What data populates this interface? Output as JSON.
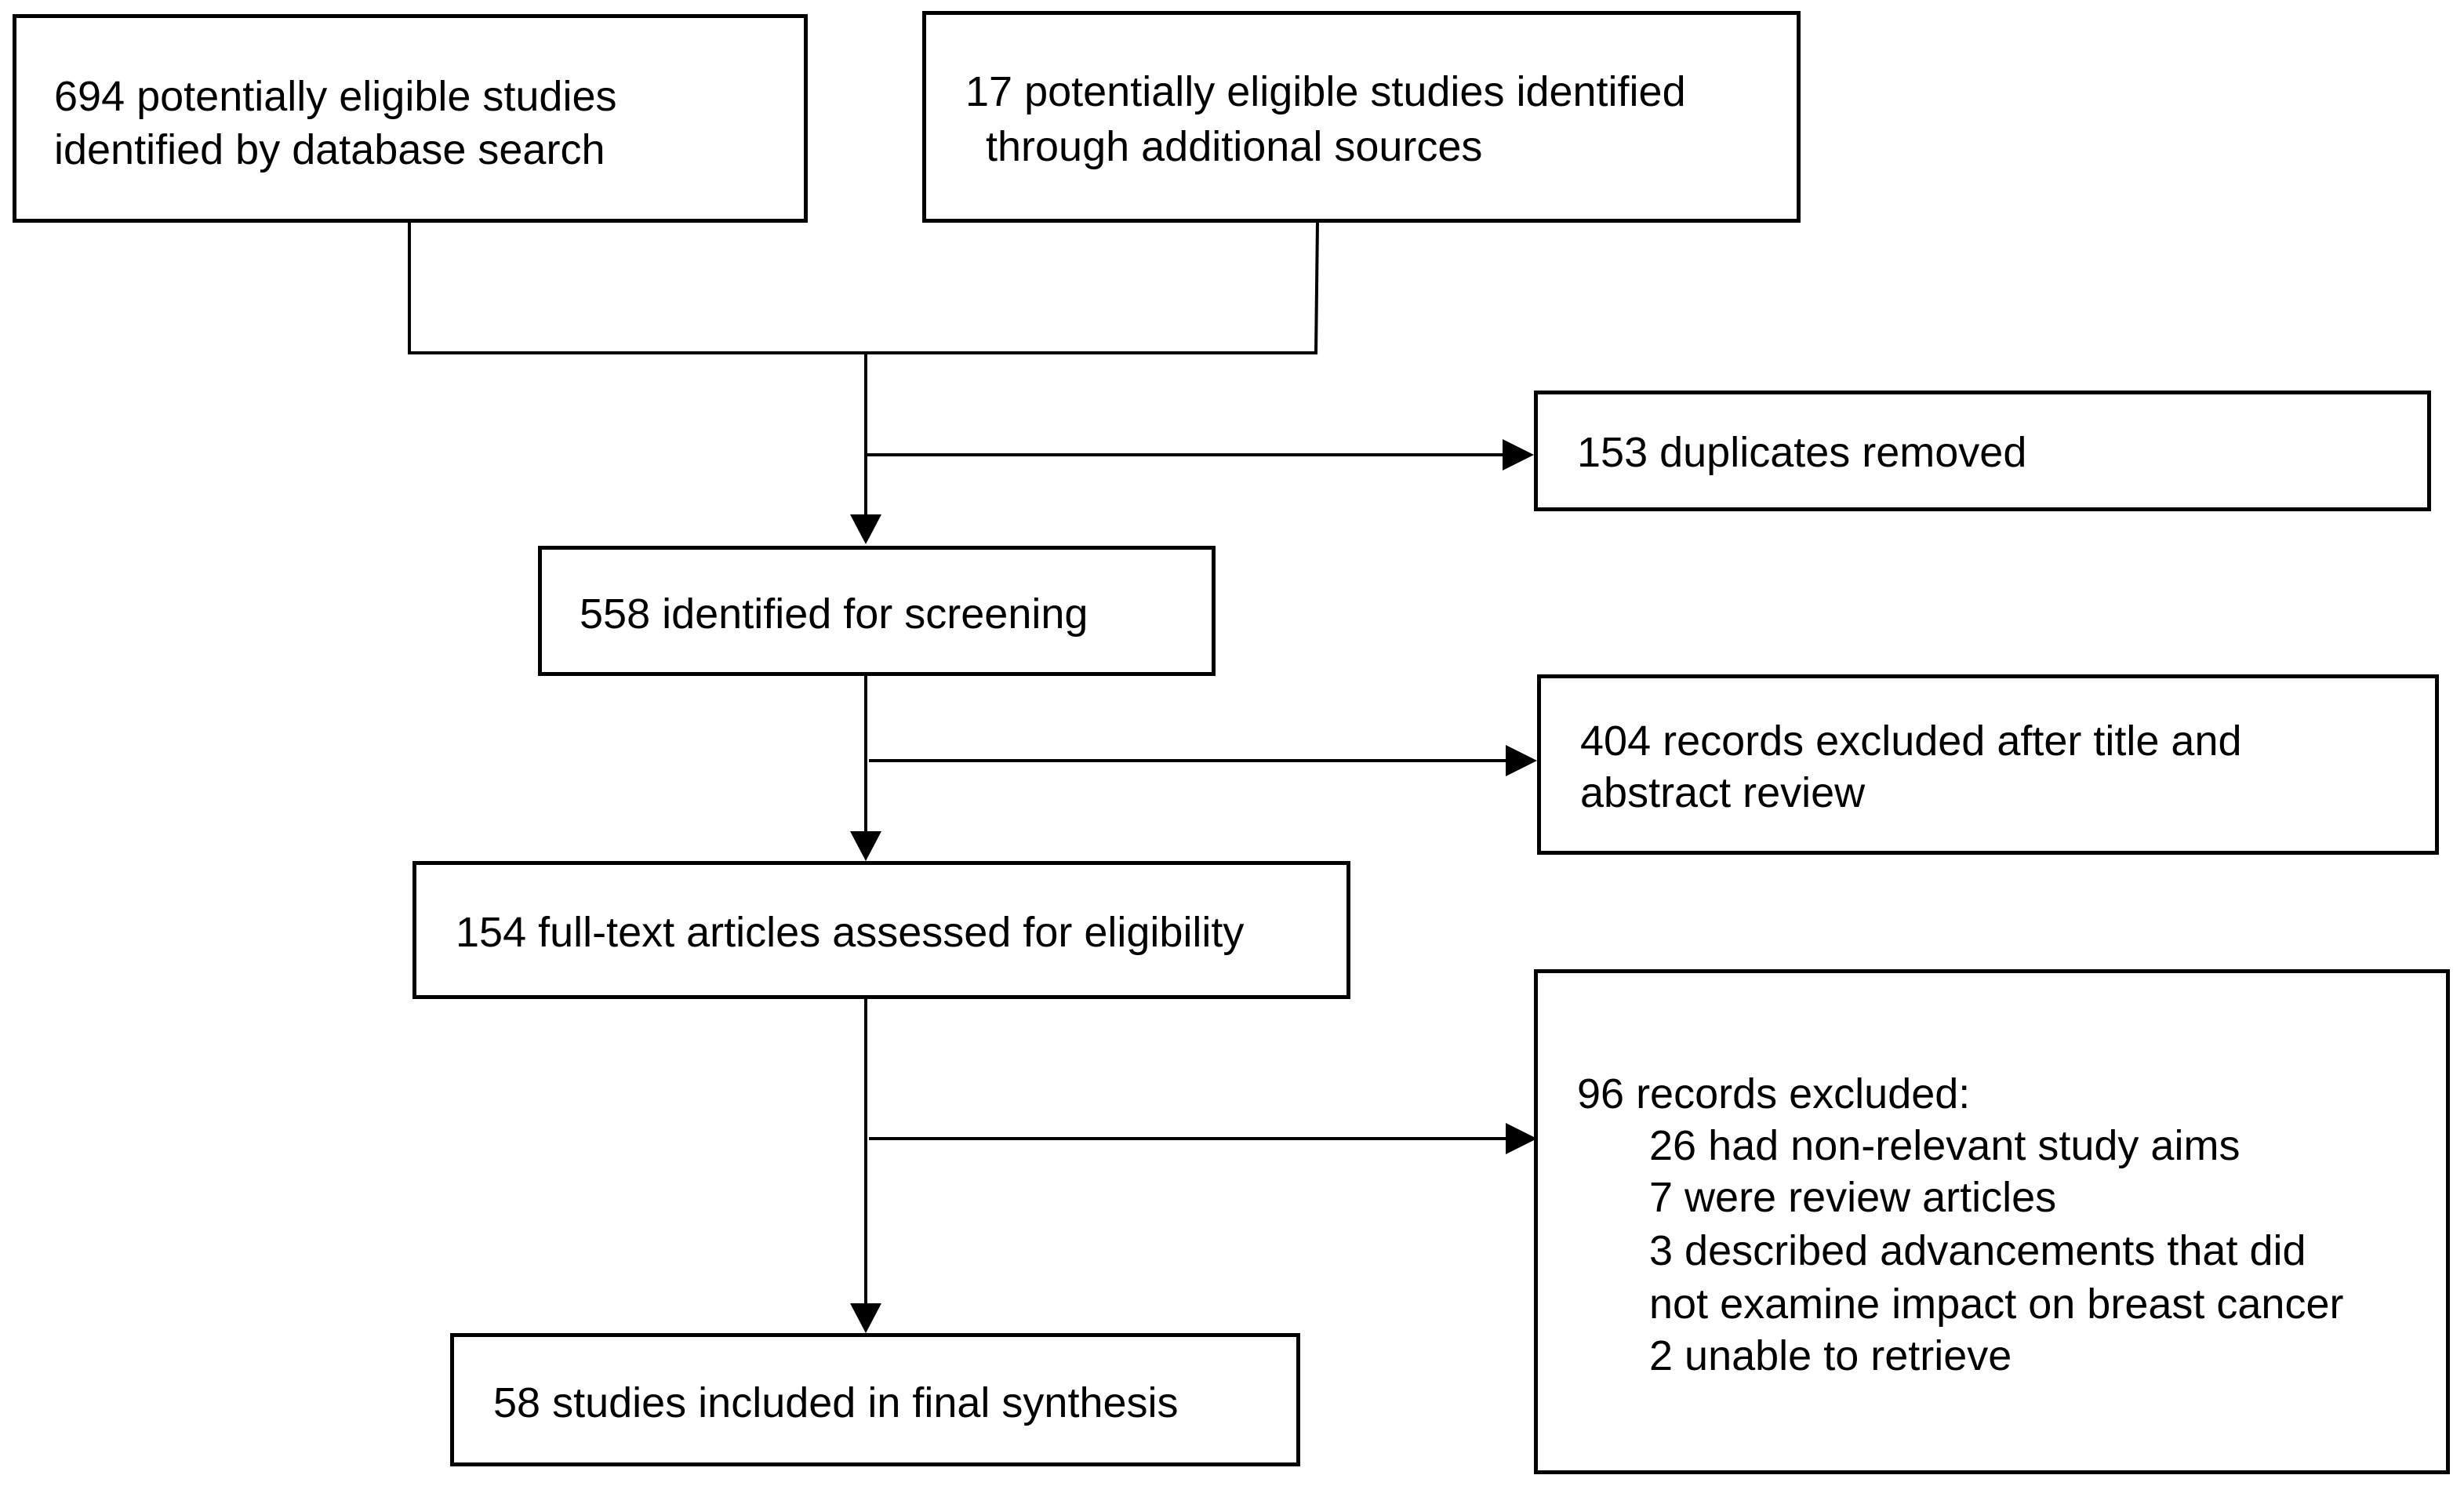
{
  "boxes": {
    "database_search": {
      "line1": "694 potentially eligible studies",
      "line2": "identified by database search"
    },
    "additional_sources": {
      "line1": "17 potentially eligible studies identified",
      "line2": "through additional sources"
    },
    "duplicates": {
      "line1": "153 duplicates removed"
    },
    "screening": {
      "line1": "558 identified for screening"
    },
    "title_abstract_excluded": {
      "line1": "404 records excluded after title and",
      "line2": "abstract review"
    },
    "full_text": {
      "line1": "154 full-text articles assessed for eligibility"
    },
    "full_text_excluded": {
      "header": "96 records excluded:",
      "reasons": [
        "26 had non-relevant study aims",
        "7 were review articles",
        "3 described advancements that did",
        "not examine impact on breast cancer",
        "2 unable to retrieve"
      ]
    },
    "final_synthesis": {
      "line1": "58 studies included in final synthesis"
    }
  },
  "colors": {
    "stroke": "#000000",
    "background": "#ffffff"
  }
}
